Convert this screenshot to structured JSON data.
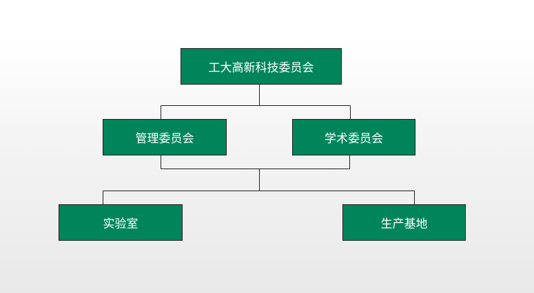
{
  "diagram": {
    "type": "org-chart",
    "colors": {
      "node_fill": "#00855a",
      "node_border": "#1d1d1d",
      "node_text": "#ffffff",
      "connector": "#1d1d1d"
    },
    "nodes": {
      "root": "工大高新科技委员会",
      "management": "管理委员会",
      "academic": "学术委员会",
      "lab": "实验室",
      "base": "生产基地"
    },
    "edges": [
      [
        "root",
        "management"
      ],
      [
        "root",
        "academic"
      ],
      [
        "management",
        "lab"
      ],
      [
        "management",
        "base"
      ],
      [
        "academic",
        "lab"
      ],
      [
        "academic",
        "base"
      ]
    ]
  }
}
